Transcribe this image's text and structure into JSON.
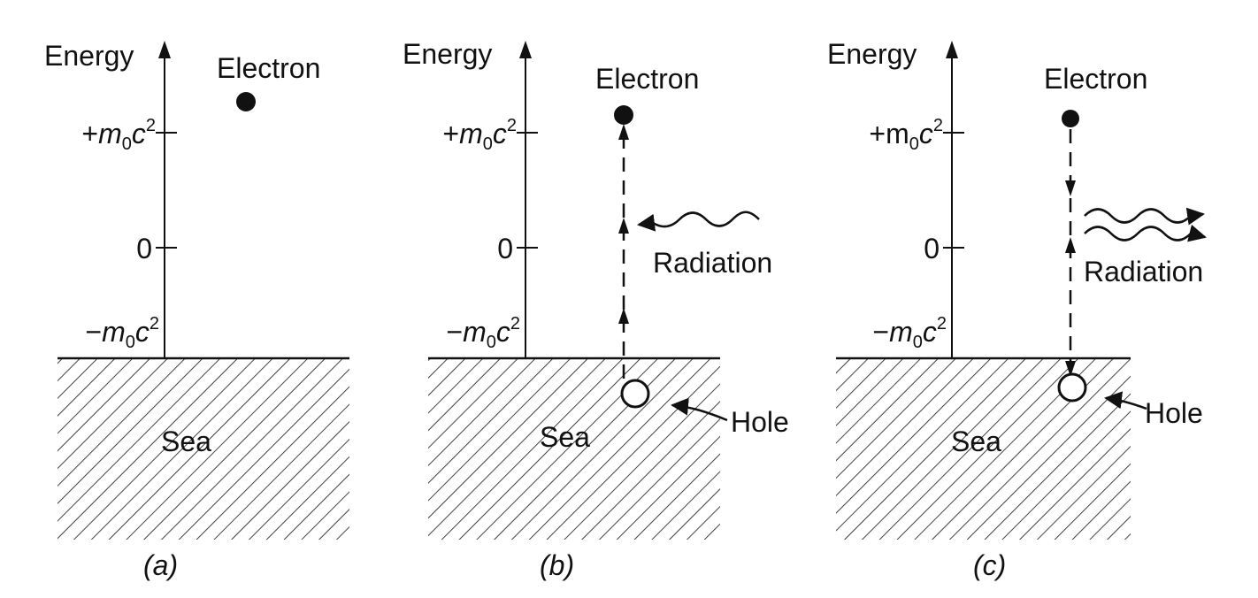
{
  "colors": {
    "ink": "#111111",
    "paper": "#ffffff"
  },
  "panels": [
    {
      "caption": "a",
      "axis_label": "Energy",
      "ticks": {
        "upper": "+m0c2",
        "zero": "0",
        "lower": "−m0c2"
      },
      "electron_label": "Electron",
      "sea_label": "Sea"
    },
    {
      "caption": "b",
      "axis_label": "Energy",
      "ticks": {
        "upper": "+m0c2",
        "zero": "0",
        "lower": "−m0c2"
      },
      "electron_label": "Electron",
      "radiation_label": "Radiation",
      "hole_label": "Hole",
      "sea_label": "Sea"
    },
    {
      "caption": "c",
      "axis_label": "Energy",
      "ticks": {
        "upper": "+m0c2",
        "zero": "0",
        "lower": "−m0c2"
      },
      "electron_label": "Electron",
      "radiation_label": "Radiation",
      "hole_label": "Hole",
      "sea_label": "Sea"
    }
  ]
}
